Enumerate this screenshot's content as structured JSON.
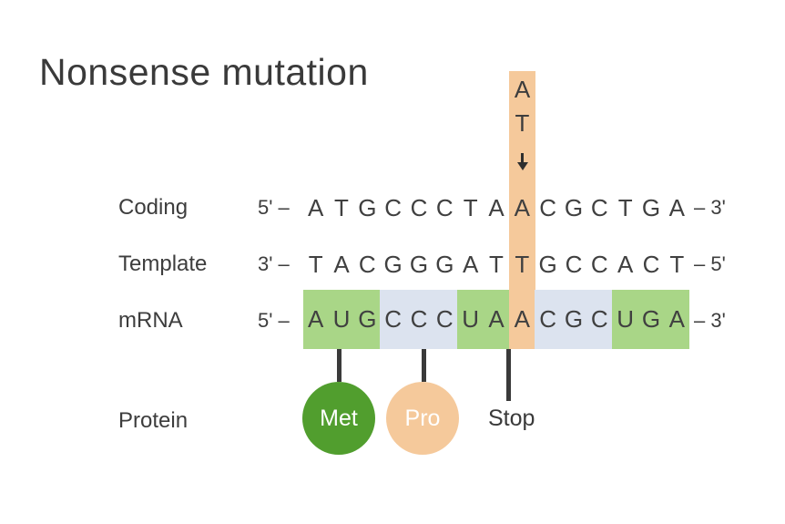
{
  "title": "Nonsense mutation",
  "mutation": {
    "coding_base": "A",
    "template_base": "T"
  },
  "rows": {
    "coding": {
      "label": "Coding",
      "start_marker": "5' –",
      "end_marker": "– 3'",
      "sequence": [
        "A",
        "T",
        "G",
        "C",
        "C",
        "C",
        "T",
        "A",
        "A",
        "C",
        "G",
        "C",
        "T",
        "G",
        "A"
      ]
    },
    "template": {
      "label": "Template",
      "start_marker": "3' –",
      "end_marker": "– 5'",
      "sequence": [
        "T",
        "A",
        "C",
        "G",
        "G",
        "G",
        "A",
        "T",
        "T",
        "G",
        "C",
        "C",
        "A",
        "C",
        "T"
      ]
    },
    "mrna": {
      "label": "mRNA",
      "start_marker": "5' –",
      "end_marker": "– 3'",
      "sequence": [
        "A",
        "U",
        "G",
        "C",
        "C",
        "C",
        "U",
        "A",
        "A",
        "C",
        "G",
        "C",
        "U",
        "G",
        "A"
      ],
      "codon_colors": [
        "green",
        "blue",
        "green",
        "blue",
        "green"
      ],
      "highlight_index": 8
    },
    "protein": {
      "label": "Protein",
      "residues": [
        {
          "name": "Met",
          "style": "green-circle"
        },
        {
          "name": "Pro",
          "style": "orange-circle"
        },
        {
          "name": "Stop",
          "style": "text-only"
        }
      ]
    }
  },
  "colors": {
    "codon_green": "#a9d687",
    "codon_blue": "#dce3ef",
    "mutation_orange": "#f5c99b",
    "met_green": "#519e2e",
    "pro_orange": "#f5c99b",
    "text_dark": "#3d3d3d"
  }
}
